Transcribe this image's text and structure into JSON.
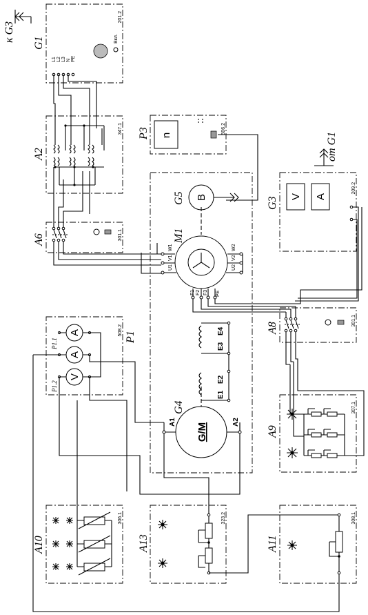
{
  "external": {
    "to_g3": "к G3",
    "from_g1": "от G1"
  },
  "blocks": [
    {
      "id": "G1",
      "label": "G1",
      "code": "201.2"
    },
    {
      "id": "A2",
      "label": "A2",
      "code": "347.1"
    },
    {
      "id": "A6",
      "label": "A6",
      "code": "301.1"
    },
    {
      "id": "P3",
      "label": "P3",
      "code": "506.2"
    },
    {
      "id": "G5",
      "label": "G5"
    },
    {
      "id": "M1",
      "label": "M1"
    },
    {
      "id": "G3",
      "label": "G3",
      "code": "209.2"
    },
    {
      "id": "A8",
      "label": "A8",
      "code": "301.1"
    },
    {
      "id": "P1",
      "label": "P1",
      "code": "508.2"
    },
    {
      "id": "G4",
      "label": "G4"
    },
    {
      "id": "A9",
      "label": "A9",
      "code": "307.1"
    },
    {
      "id": "A10",
      "label": "A10",
      "code": "306.1"
    },
    {
      "id": "A13",
      "label": "A13",
      "code": "323.2"
    },
    {
      "id": "A11",
      "label": "A11",
      "code": "308.1"
    }
  ],
  "g1": {
    "terminals": [
      "L1",
      "L2",
      "L3",
      "N",
      "PE"
    ],
    "switch_label": "Вкл."
  },
  "p3": {
    "display": "n"
  },
  "g5": {
    "symbol": "B"
  },
  "g3": {
    "meters": [
      "V",
      "A"
    ]
  },
  "m1": {
    "left_pins": [
      "W1",
      "V1",
      "U1"
    ],
    "right_pins": [
      "W2",
      "V2",
      "U2"
    ],
    "bottom_pins": [
      "F1",
      "F2",
      "F3",
      "PE"
    ]
  },
  "p1": {
    "meters": [
      "A",
      "A",
      "V"
    ],
    "sub_labels": [
      "P1.1",
      "P1.2"
    ]
  },
  "g4": {
    "symbol": "G/M",
    "pins": [
      "A1",
      "A2"
    ],
    "field_pins": [
      "E4",
      "E3",
      "E2",
      "E1"
    ]
  }
}
